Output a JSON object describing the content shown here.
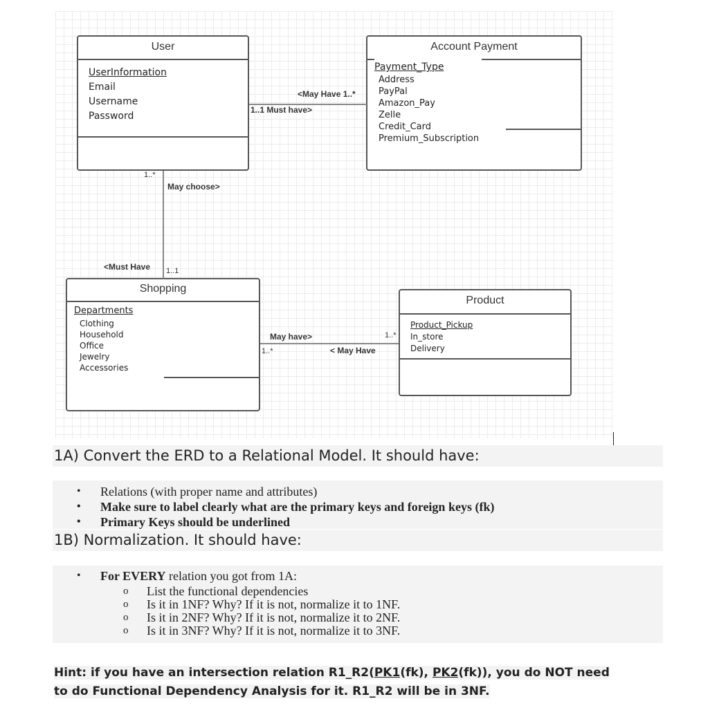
{
  "erd": {
    "user": {
      "title": "User",
      "attributes": [
        "UserInformation",
        "Email",
        "Username",
        "Password"
      ]
    },
    "account_payment": {
      "title": "Account Payment",
      "attributes": [
        "Payment_Type",
        "Address",
        "PayPal",
        "Amazon_Pay",
        "Zelle",
        "Credit_Card",
        "Premium_Subscription"
      ]
    },
    "shopping": {
      "title": "Shopping",
      "attributes": [
        "Departments",
        "Clothing",
        "Household",
        "Office",
        "Jewelry",
        "Accessories"
      ]
    },
    "product": {
      "title": "Product",
      "attributes": [
        "Product_Pickup",
        "In_store",
        "Delivery"
      ]
    },
    "relationships": {
      "user_payment": {
        "label_top": "<May Have 1..*",
        "label_bottom": "1..1 Must have>"
      },
      "user_shopping": {
        "mult_top": "1..*",
        "label": "May choose>",
        "label_left": "<Must Have",
        "mult_bottom": "1..1"
      },
      "shopping_product": {
        "label_top": "May have>",
        "mult_left": "1..*",
        "mult_right": "1..*",
        "label_bottom": "< May Have"
      }
    }
  },
  "question": {
    "part_a": {
      "heading": "1A) Convert the ERD to a Relational Model. It should have:",
      "items": [
        "Relations (with proper name and attributes)",
        "Make sure to label clearly what are the primary keys and foreign keys (fk)",
        "Primary Keys should be underlined"
      ]
    },
    "part_b": {
      "heading": "1B) Normalization. It should have:",
      "lead_bold": "For EVERY",
      "lead_rest": " relation you got from 1A:",
      "subitems": [
        "List the functional dependencies",
        "Is it in 1NF? Why? If it is not, normalize it to 1NF.",
        "Is it in 2NF? Why? If it is not, normalize it to 2NF.",
        "Is it in 3NF? Why? If it is not, normalize it to 3NF."
      ]
    },
    "hint": {
      "p1": "Hint: if you have an intersection relation R1_R2(",
      "pk1": "PK1",
      "p2": "(fk), ",
      "pk2": "PK2",
      "p3": "(fk)), you do NOT need to do Functional Dependency Analysis for it. R1_R2 will be in 3NF."
    }
  }
}
